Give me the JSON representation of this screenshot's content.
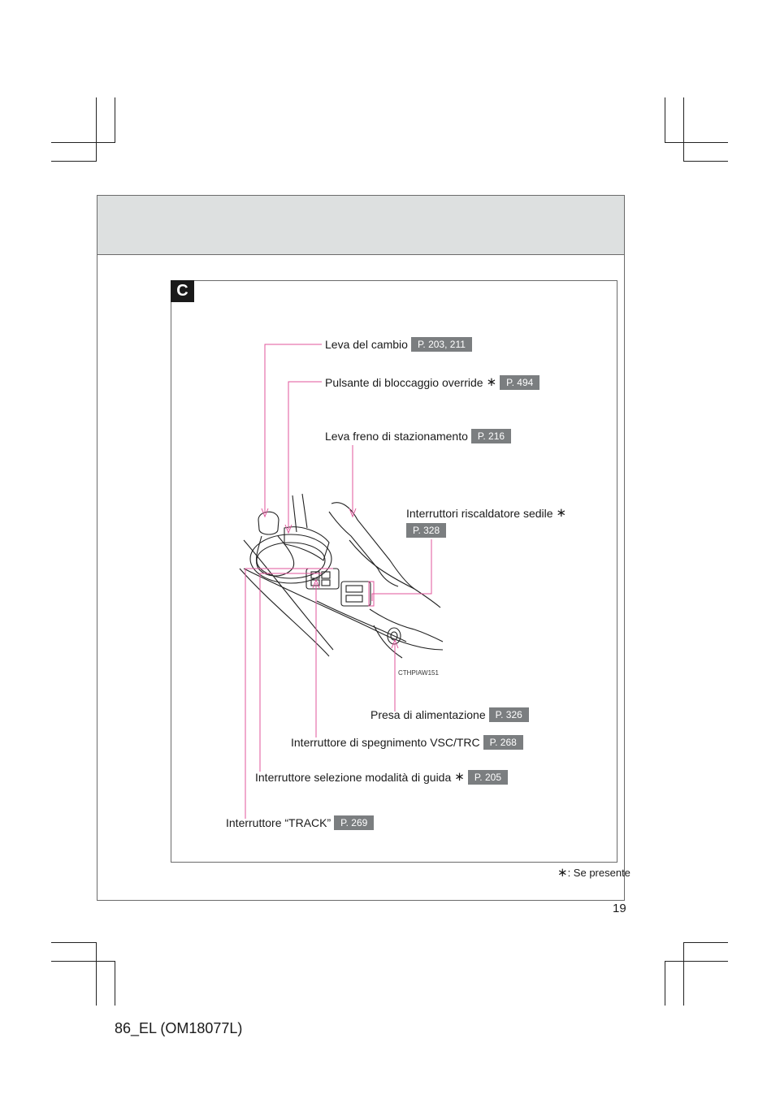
{
  "section": {
    "badge": "C"
  },
  "callouts": [
    {
      "id": "shift-lever",
      "label": "Leva del cambio",
      "ref": "P. 203, 211",
      "star": ""
    },
    {
      "id": "shift-lock-override",
      "label": "Pulsante di bloccaggio override",
      "ref": "P. 494",
      "star": "∗"
    },
    {
      "id": "parking-brake",
      "label": "Leva freno di stazionamento",
      "ref": "P. 216",
      "star": ""
    },
    {
      "id": "seat-heater",
      "label": "Interruttori riscaldatore sedile",
      "ref": "P. 328",
      "star": "∗"
    },
    {
      "id": "power-outlet",
      "label": "Presa di alimentazione",
      "ref": "P. 326",
      "star": ""
    },
    {
      "id": "vsc-trc-off",
      "label": "Interruttore di spegnimento VSC/TRC",
      "ref": "P. 268",
      "star": ""
    },
    {
      "id": "drive-mode",
      "label": "Interruttore selezione modalità di guida",
      "ref": "P. 205",
      "star": "∗"
    },
    {
      "id": "track",
      "label": "Interruttore “TRACK”",
      "ref": "P. 269",
      "star": ""
    }
  ],
  "illustration": {
    "code": "CTHPIAW151"
  },
  "footnote": {
    "star": "∗",
    "text": ": Se presente"
  },
  "page_number": "19",
  "footer_code": "86_EL (OM18077L)",
  "colors": {
    "leader_line": "#e0569b",
    "ref_badge": "#7b7e80",
    "header_band": "#dde0e0"
  }
}
